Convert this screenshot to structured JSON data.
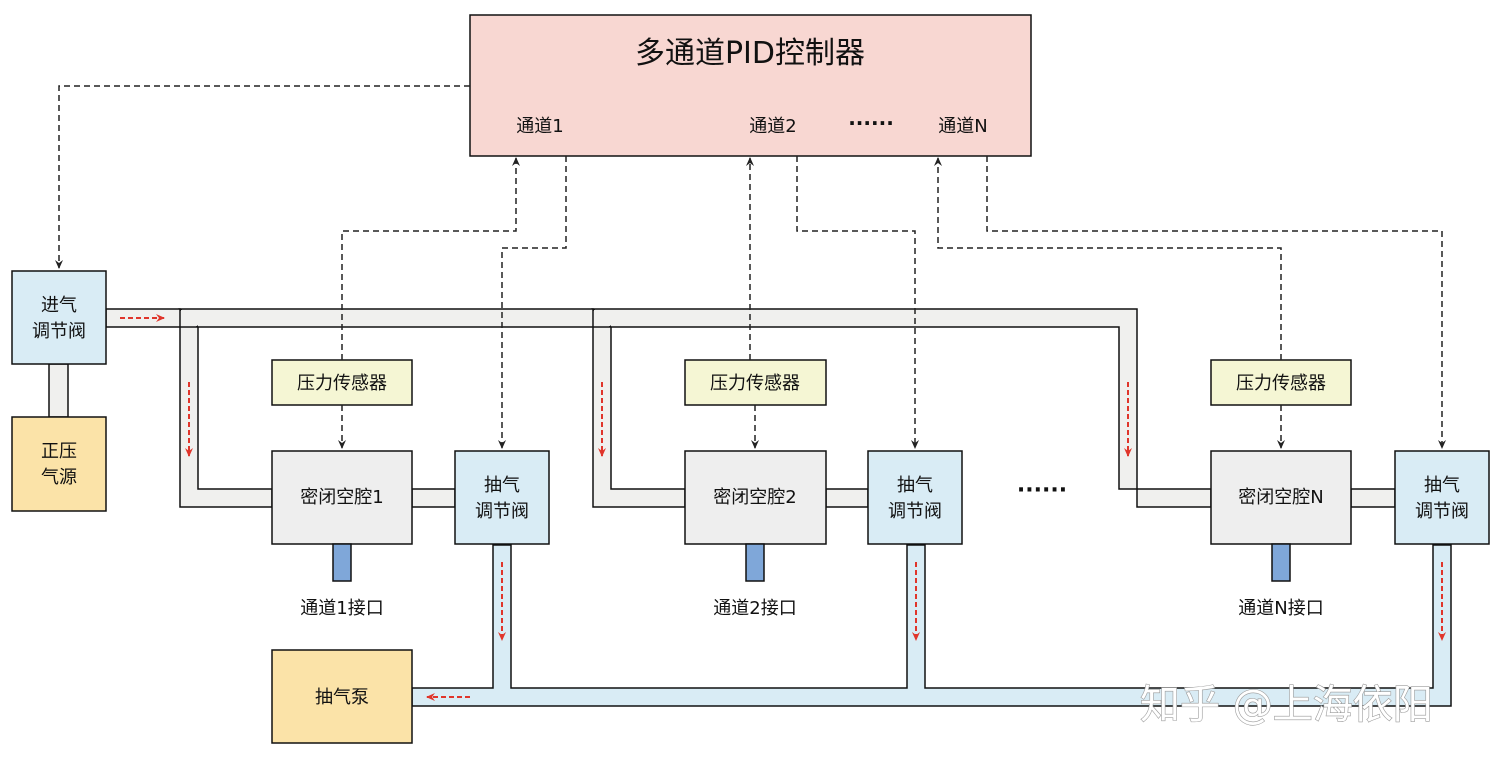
{
  "controller": {
    "title": "多通道PID控制器",
    "channel1": "通道1",
    "channel2": "通道2",
    "ellipsis": "······",
    "channelN": "通道N"
  },
  "inlet_valve": [
    "进气",
    "调节阀"
  ],
  "positive_source": [
    "正压",
    "气源"
  ],
  "pump": "抽气泵",
  "channels": [
    {
      "sensor": "压力传感器",
      "cavity": "密闭空腔1",
      "valve": [
        "抽气",
        "调节阀"
      ],
      "port": "通道1接口"
    },
    {
      "sensor": "压力传感器",
      "cavity": "密闭空腔2",
      "valve": [
        "抽气",
        "调节阀"
      ],
      "port": "通道2接口"
    },
    {
      "sensor": "压力传感器",
      "cavity": "密闭空腔N",
      "valve": [
        "抽气",
        "调节阀"
      ],
      "port": "通道N接口"
    }
  ],
  "middle_ellipsis": "······",
  "watermark": "知乎 @上海依阳",
  "colors": {
    "controller_fill": "#f8d7d2",
    "valve_fill": "#d9ecf5",
    "sensor_fill": "#f5f6d4",
    "cavity_fill": "#eeeeee",
    "source_fill": "#fbe3a8",
    "pipe_fill": "#f0f0ee",
    "pump_pipe_fill": "#d9ecf5",
    "port_fill": "#7fa7d9",
    "flow_arrow": "#e0352b",
    "signal_line": "#222222"
  }
}
